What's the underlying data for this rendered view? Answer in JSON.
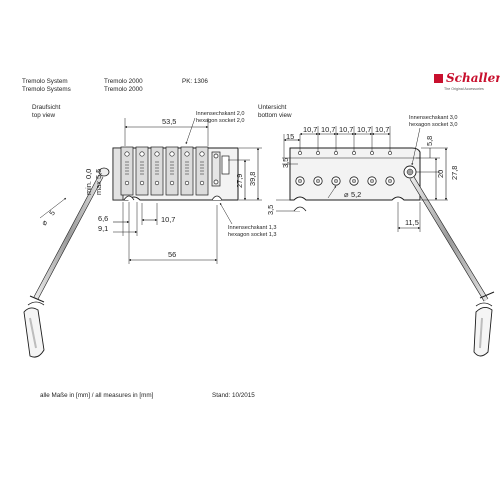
{
  "header": {
    "col1": [
      "Tremolo System",
      "Tremolo Systems"
    ],
    "col2": [
      "Tremolo 2000",
      "Tremolo 2000"
    ],
    "pk": "PK: 1306"
  },
  "logo": {
    "brand": "Schaller",
    "tagline": "The Original Accessories",
    "color": "#c8102e"
  },
  "top_view": {
    "label_de": "Draufsicht",
    "label_en": "top view",
    "dims": {
      "d53_5": "53,5",
      "socket_de": "Innensechskant 2,0",
      "socket_en": "hexagon socket 2,0",
      "min": "min. 0,0",
      "max": "max 5,5",
      "d27_9": "27,9",
      "d39_8": "39,8",
      "d6_6": "6,6",
      "d9_1": "9,1",
      "d10_7": "10,7",
      "d56": "56",
      "d5": "5",
      "socket2_de": "Innensechskant 1,3",
      "socket2_en": "hexagon socket 1,3"
    }
  },
  "bottom_view": {
    "label_de": "Untersicht",
    "label_en": "bottom view",
    "dims": {
      "d15": "15",
      "d10_7": "10,7",
      "socket_de": "Innensechskant 3,0",
      "socket_en": "hexagon socket 3,0",
      "d5_8": "5,8",
      "d3_5a": "3,5",
      "d20": "20",
      "d27_8": "27,8",
      "d5_2": "5,2",
      "d3_5b": "3,5",
      "d11_5": "11,5"
    }
  },
  "footer": {
    "measures": "alle Maße in [mm] / all measures in [mm]",
    "stand": "Stand: 10/2015"
  }
}
